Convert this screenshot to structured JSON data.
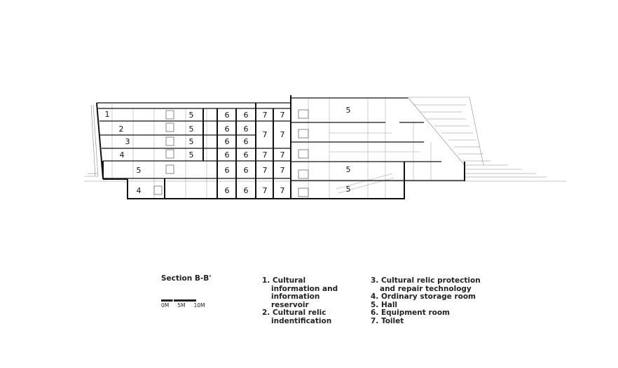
{
  "title": "Section B-B'",
  "scale": {
    "labels": [
      "0M",
      "5M",
      "10M"
    ]
  },
  "legend": {
    "col1": [
      "1. Cultural information and information reservoir",
      "2. Cultural relic indentification"
    ],
    "col2": [
      "3. Cultural relic protection and repair technology",
      "4. Ordinary storage room",
      "5. Hall",
      "6. Equipment room",
      "7. Toilet"
    ]
  },
  "rooms": {
    "r1": "1",
    "r2": "2",
    "r3": "3",
    "r4a": "4",
    "r4b": "4",
    "r5": "5",
    "r6": "6",
    "r7": "7"
  }
}
